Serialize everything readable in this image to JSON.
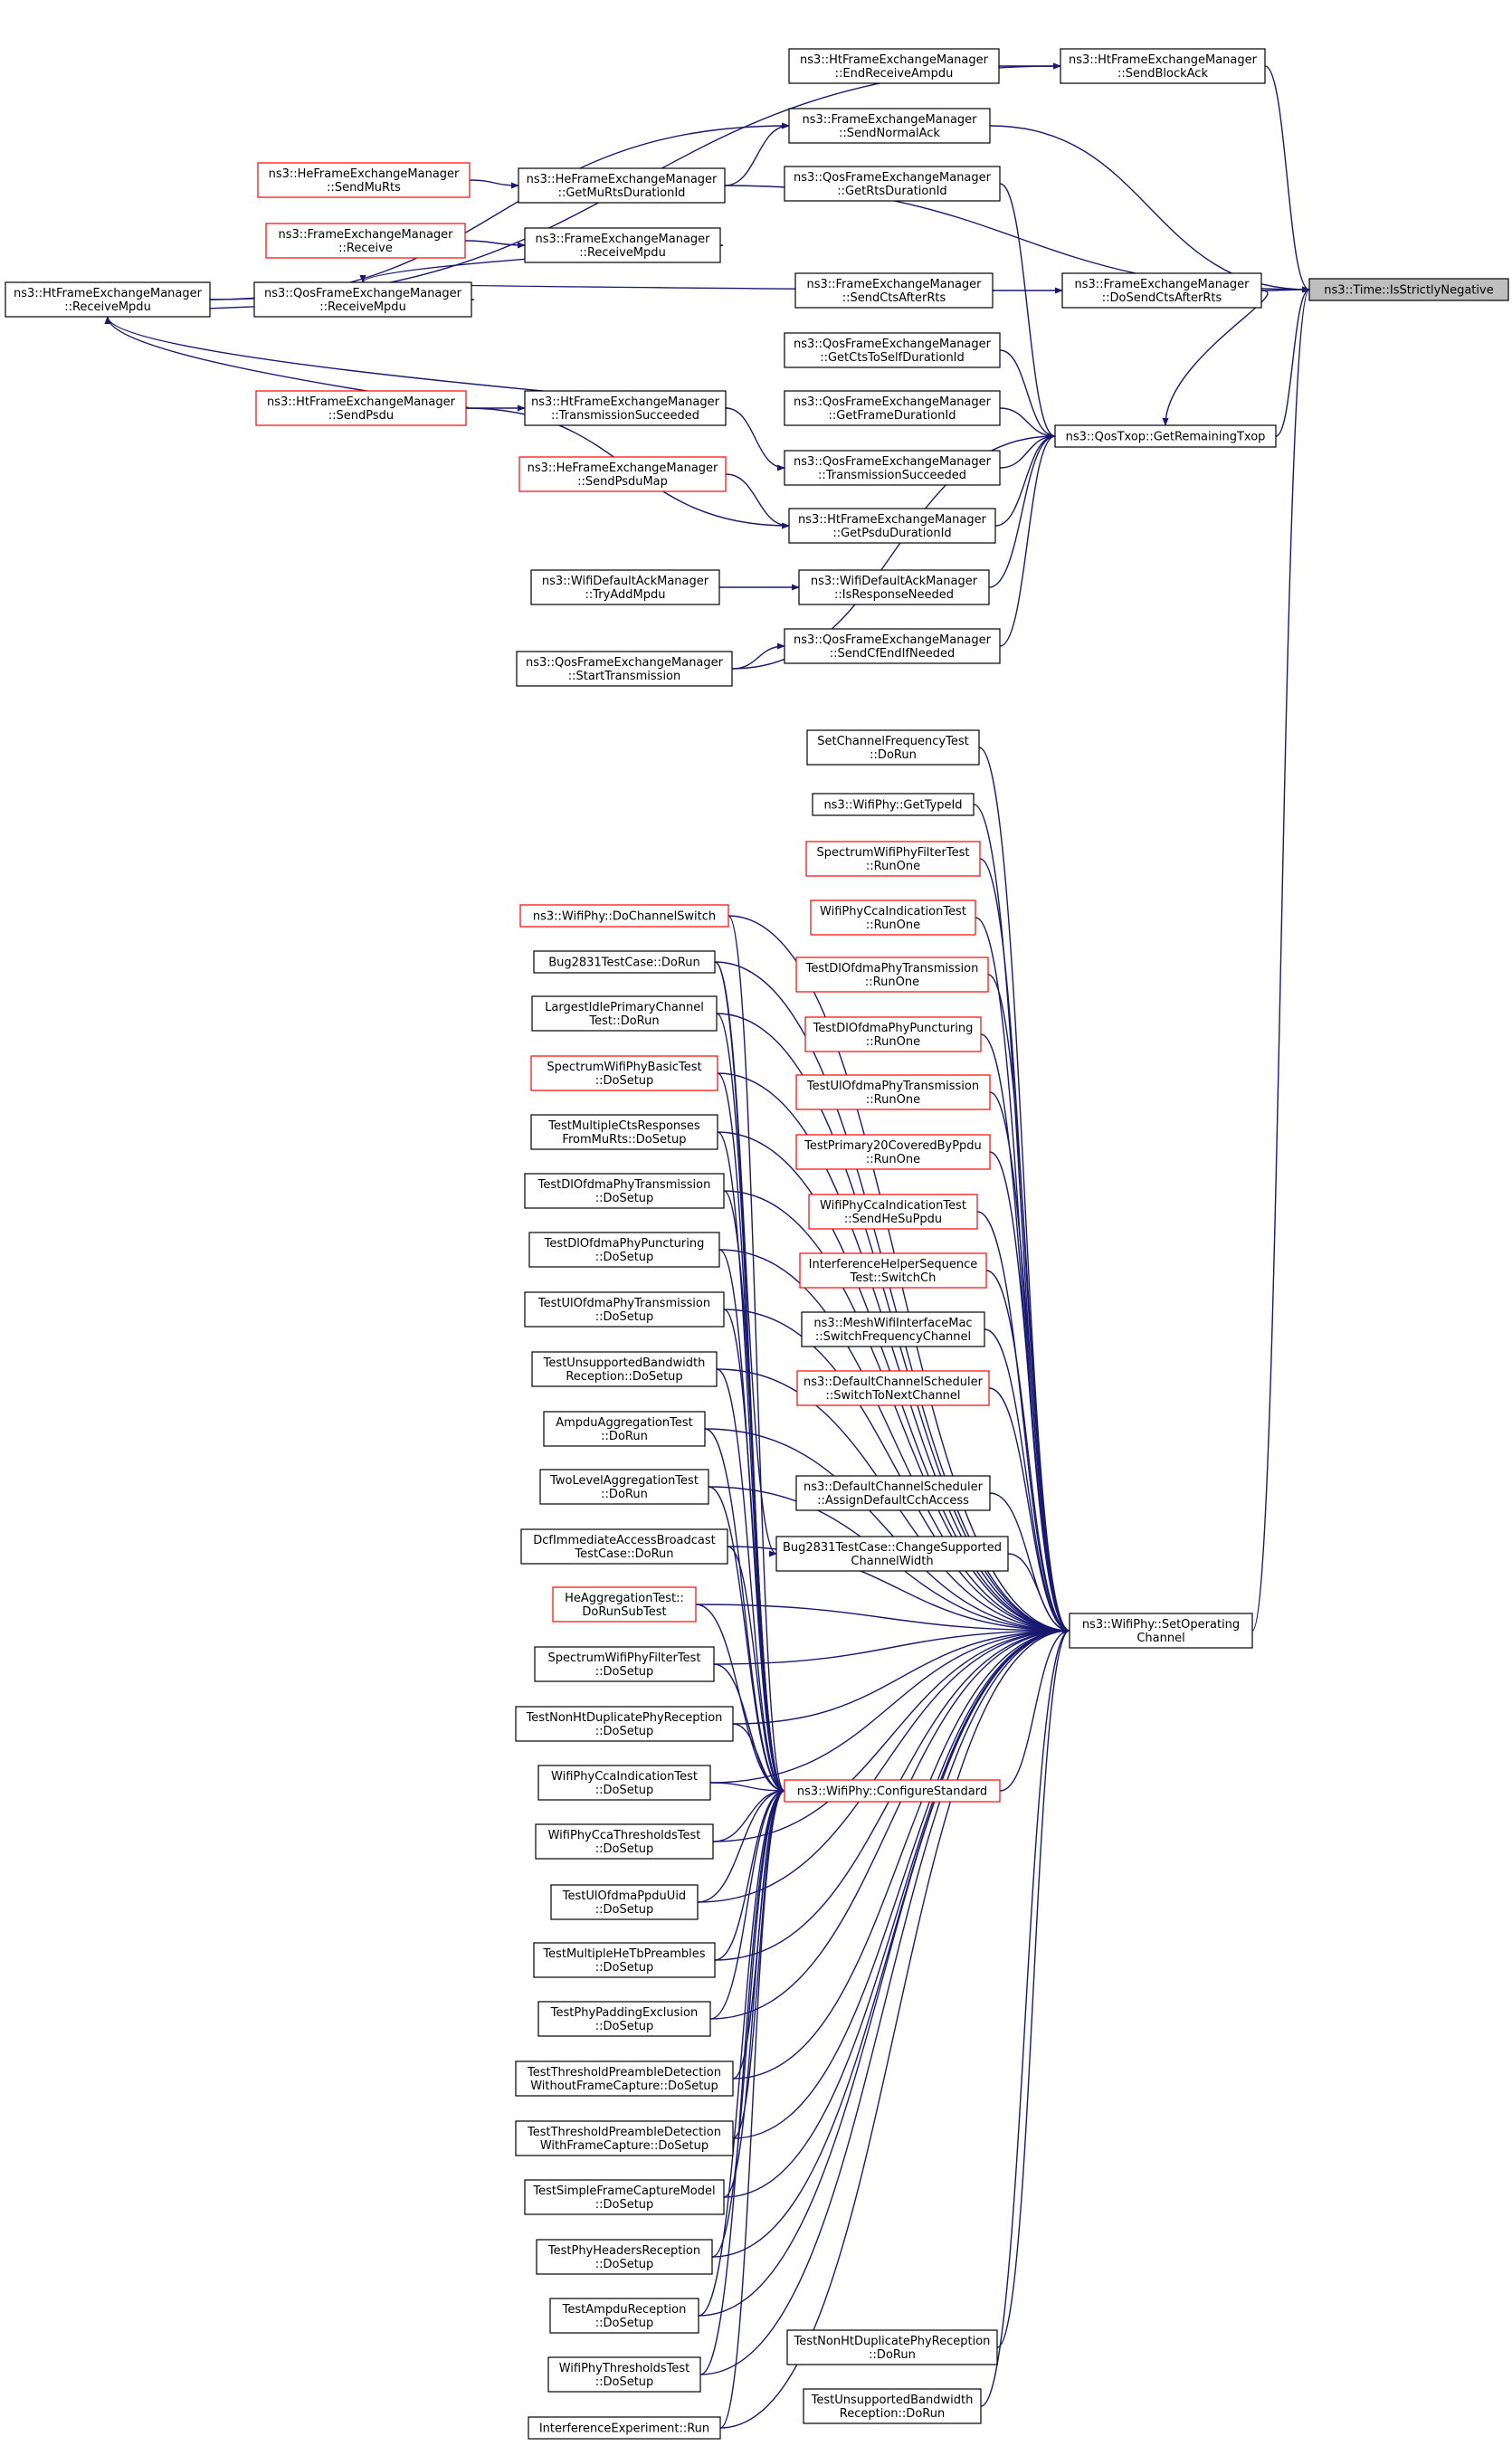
{
  "colors": {
    "edge": "#191970",
    "box_border": "#000000",
    "truncated_border": "#ff0000",
    "root_fill": "#bfbfbf",
    "background": "#ffffff"
  },
  "nodes": [
    {
      "id": "n0",
      "lines": [
        "ns3::Time::IsStrictlyNegative"
      ],
      "root": true
    },
    {
      "id": "n1",
      "lines": [
        "ns3::HtFrameExchangeManager",
        "::SendBlockAck"
      ]
    },
    {
      "id": "n2",
      "lines": [
        "ns3::HtFrameExchangeManager",
        "::EndReceiveAmpdu"
      ]
    },
    {
      "id": "n3",
      "lines": [
        "ns3::FrameExchangeManager",
        "::SendNormalAck"
      ]
    },
    {
      "id": "n4",
      "lines": [
        "ns3::HtFrameExchangeManager",
        "::ReceiveMpdu"
      ]
    },
    {
      "id": "n5",
      "lines": [
        "ns3::QosFrameExchangeManager",
        "::ReceiveMpdu"
      ]
    },
    {
      "id": "n6",
      "lines": [
        "ns3::FrameExchangeManager",
        "::ReceiveMpdu"
      ]
    },
    {
      "id": "n7",
      "lines": [
        "ns3::HeFrameExchangeManager",
        "::GetMuRtsDurationId"
      ]
    },
    {
      "id": "n8",
      "lines": [
        "ns3::HeFrameExchangeManager",
        "::SendMuRts"
      ],
      "truncated": true
    },
    {
      "id": "n9",
      "lines": [
        "ns3::FrameExchangeManager",
        "::Receive"
      ],
      "truncated": true
    },
    {
      "id": "n10",
      "lines": [
        "ns3::QosFrameExchangeManager",
        "::GetRtsDurationId"
      ]
    },
    {
      "id": "n11",
      "lines": [
        "ns3::FrameExchangeManager",
        "::SendCtsAfterRts"
      ]
    },
    {
      "id": "n12",
      "lines": [
        "ns3::FrameExchangeManager",
        "::DoSendCtsAfterRts"
      ]
    },
    {
      "id": "n13",
      "lines": [
        "ns3::QosTxop::GetRemainingTxop"
      ]
    },
    {
      "id": "n14",
      "lines": [
        "ns3::QosFrameExchangeManager",
        "::GetCtsToSelfDurationId"
      ]
    },
    {
      "id": "n15",
      "lines": [
        "ns3::QosFrameExchangeManager",
        "::GetFrameDurationId"
      ]
    },
    {
      "id": "n16",
      "lines": [
        "ns3::QosFrameExchangeManager",
        "::TransmissionSucceeded"
      ]
    },
    {
      "id": "n17",
      "lines": [
        "ns3::HtFrameExchangeManager",
        "::TransmissionSucceeded"
      ]
    },
    {
      "id": "n18",
      "lines": [
        "ns3::HtFrameExchangeManager",
        "::SendPsdu"
      ],
      "truncated": true
    },
    {
      "id": "n19",
      "lines": [
        "ns3::HtFrameExchangeManager",
        "::GetPsduDurationId"
      ]
    },
    {
      "id": "n20",
      "lines": [
        "ns3::HeFrameExchangeManager",
        "::SendPsduMap"
      ],
      "truncated": true
    },
    {
      "id": "n21",
      "lines": [
        "ns3::WifiDefaultAckManager",
        "::IsResponseNeeded"
      ]
    },
    {
      "id": "n22",
      "lines": [
        "ns3::WifiDefaultAckManager",
        "::TryAddMpdu"
      ]
    },
    {
      "id": "n23",
      "lines": [
        "ns3::QosFrameExchangeManager",
        "::SendCfEndIfNeeded"
      ]
    },
    {
      "id": "n24",
      "lines": [
        "ns3::QosFrameExchangeManager",
        "::StartTransmission"
      ]
    },
    {
      "id": "n25",
      "lines": [
        "ns3::WifiPhy::SetOperating",
        "Channel"
      ]
    },
    {
      "id": "n26",
      "lines": [
        "SetChannelFrequencyTest",
        "::DoRun"
      ]
    },
    {
      "id": "n27",
      "lines": [
        "ns3::WifiPhy::GetTypeId"
      ]
    },
    {
      "id": "n28",
      "lines": [
        "SpectrumWifiPhyFilterTest",
        "::RunOne"
      ],
      "truncated": true
    },
    {
      "id": "n29",
      "lines": [
        "WifiPhyCcaIndicationTest",
        "::RunOne"
      ],
      "truncated": true
    },
    {
      "id": "n30",
      "lines": [
        "TestDlOfdmaPhyTransmission",
        "::RunOne"
      ],
      "truncated": true
    },
    {
      "id": "n31",
      "lines": [
        "TestDlOfdmaPhyPuncturing",
        "::RunOne"
      ],
      "truncated": true
    },
    {
      "id": "n32",
      "lines": [
        "TestUlOfdmaPhyTransmission",
        "::RunOne"
      ],
      "truncated": true
    },
    {
      "id": "n33",
      "lines": [
        "TestPrimary20CoveredByPpdu",
        "::RunOne"
      ],
      "truncated": true
    },
    {
      "id": "n34",
      "lines": [
        "WifiPhyCcaIndicationTest",
        "::SendHeSuPpdu"
      ],
      "truncated": true
    },
    {
      "id": "n35",
      "lines": [
        "InterferenceHelperSequence",
        "Test::SwitchCh"
      ],
      "truncated": true
    },
    {
      "id": "n36",
      "lines": [
        "ns3::MeshWifiInterfaceMac",
        "::SwitchFrequencyChannel"
      ]
    },
    {
      "id": "n37",
      "lines": [
        "ns3::DefaultChannelScheduler",
        "::SwitchToNextChannel"
      ],
      "truncated": true
    },
    {
      "id": "n38",
      "lines": [
        "ns3::DefaultChannelScheduler",
        "::AssignDefaultCchAccess"
      ]
    },
    {
      "id": "n39",
      "lines": [
        "Bug2831TestCase::ChangeSupported",
        "ChannelWidth"
      ]
    },
    {
      "id": "n40",
      "lines": [
        "ns3::WifiPhy::ConfigureStandard"
      ],
      "truncated": true
    },
    {
      "id": "n41",
      "lines": [
        "ns3::WifiPhy::DoChannelSwitch"
      ],
      "truncated": true
    },
    {
      "id": "n42",
      "lines": [
        "Bug2831TestCase::DoRun"
      ]
    },
    {
      "id": "n43",
      "lines": [
        "LargestIdlePrimaryChannel",
        "Test::DoRun"
      ]
    },
    {
      "id": "n44",
      "lines": [
        "SpectrumWifiPhyBasicTest",
        "::DoSetup"
      ],
      "truncated": true
    },
    {
      "id": "n45",
      "lines": [
        "TestMultipleCtsResponses",
        "FromMuRts::DoSetup"
      ]
    },
    {
      "id": "n46",
      "lines": [
        "TestDlOfdmaPhyTransmission",
        "::DoSetup"
      ]
    },
    {
      "id": "n47",
      "lines": [
        "TestDlOfdmaPhyPuncturing",
        "::DoSetup"
      ]
    },
    {
      "id": "n48",
      "lines": [
        "TestUlOfdmaPhyTransmission",
        "::DoSetup"
      ]
    },
    {
      "id": "n49",
      "lines": [
        "TestUnsupportedBandwidth",
        "Reception::DoSetup"
      ]
    },
    {
      "id": "n50",
      "lines": [
        "AmpduAggregationTest",
        "::DoRun"
      ]
    },
    {
      "id": "n51",
      "lines": [
        "TwoLevelAggregationTest",
        "::DoRun"
      ]
    },
    {
      "id": "n52",
      "lines": [
        "DcfImmediateAccessBroadcast",
        "TestCase::DoRun"
      ]
    },
    {
      "id": "n53",
      "lines": [
        "HeAggregationTest::",
        "DoRunSubTest"
      ],
      "truncated": true
    },
    {
      "id": "n54",
      "lines": [
        "SpectrumWifiPhyFilterTest",
        "::DoSetup"
      ]
    },
    {
      "id": "n55",
      "lines": [
        "TestNonHtDuplicatePhyReception",
        "::DoSetup"
      ]
    },
    {
      "id": "n56",
      "lines": [
        "WifiPhyCcaIndicationTest",
        "::DoSetup"
      ]
    },
    {
      "id": "n57",
      "lines": [
        "WifiPhyCcaThresholdsTest",
        "::DoSetup"
      ]
    },
    {
      "id": "n58",
      "lines": [
        "TestUlOfdmaPpduUid",
        "::DoSetup"
      ]
    },
    {
      "id": "n59",
      "lines": [
        "TestMultipleHeTbPreambles",
        "::DoSetup"
      ]
    },
    {
      "id": "n60",
      "lines": [
        "TestPhyPaddingExclusion",
        "::DoSetup"
      ]
    },
    {
      "id": "n61",
      "lines": [
        "TestThresholdPreambleDetection",
        "WithoutFrameCapture::DoSetup"
      ]
    },
    {
      "id": "n62",
      "lines": [
        "TestThresholdPreambleDetection",
        "WithFrameCapture::DoSetup"
      ]
    },
    {
      "id": "n63",
      "lines": [
        "TestSimpleFrameCaptureModel",
        "::DoSetup"
      ]
    },
    {
      "id": "n64",
      "lines": [
        "TestPhyHeadersReception",
        "::DoSetup"
      ]
    },
    {
      "id": "n65",
      "lines": [
        "TestAmpduReception",
        "::DoSetup"
      ]
    },
    {
      "id": "n66",
      "lines": [
        "WifiPhyThresholdsTest",
        "::DoSetup"
      ]
    },
    {
      "id": "n67",
      "lines": [
        "InterferenceExperiment::Run"
      ]
    },
    {
      "id": "n68",
      "lines": [
        "TestNonHtDuplicatePhyReception",
        "::DoRun"
      ]
    },
    {
      "id": "n69",
      "lines": [
        "TestUnsupportedBandwidth",
        "Reception::DoRun"
      ]
    }
  ],
  "edges": [
    [
      "n1",
      "n0"
    ],
    [
      "n3",
      "n0"
    ],
    [
      "n7",
      "n0"
    ],
    [
      "n12",
      "n0"
    ],
    [
      "n13",
      "n0"
    ],
    [
      "n25",
      "n0"
    ],
    [
      "n2",
      "n1"
    ],
    [
      "n4",
      "n1"
    ],
    [
      "n4",
      "n3"
    ],
    [
      "n7",
      "n3"
    ],
    [
      "n5",
      "n4"
    ],
    [
      "n18",
      "n4"
    ],
    [
      "n6",
      "n5"
    ],
    [
      "n11",
      "n5"
    ],
    [
      "n9",
      "n6"
    ],
    [
      "n8",
      "n7"
    ],
    [
      "n10",
      "n13"
    ],
    [
      "n11",
      "n12"
    ],
    [
      "n12",
      "n13"
    ],
    [
      "n14",
      "n13"
    ],
    [
      "n15",
      "n13"
    ],
    [
      "n16",
      "n13"
    ],
    [
      "n19",
      "n13"
    ],
    [
      "n21",
      "n13"
    ],
    [
      "n23",
      "n13"
    ],
    [
      "n24",
      "n13"
    ],
    [
      "n17",
      "n16"
    ],
    [
      "n17",
      "n4"
    ],
    [
      "n18",
      "n17"
    ],
    [
      "n18",
      "n19"
    ],
    [
      "n20",
      "n19"
    ],
    [
      "n22",
      "n21"
    ],
    [
      "n24",
      "n23"
    ],
    [
      "n26",
      "n25"
    ],
    [
      "n27",
      "n25"
    ],
    [
      "n28",
      "n25"
    ],
    [
      "n29",
      "n25"
    ],
    [
      "n30",
      "n25"
    ],
    [
      "n31",
      "n25"
    ],
    [
      "n32",
      "n25"
    ],
    [
      "n33",
      "n25"
    ],
    [
      "n34",
      "n25"
    ],
    [
      "n35",
      "n25"
    ],
    [
      "n36",
      "n25"
    ],
    [
      "n37",
      "n25"
    ],
    [
      "n38",
      "n25"
    ],
    [
      "n39",
      "n25"
    ],
    [
      "n40",
      "n25"
    ],
    [
      "n41",
      "n25"
    ],
    [
      "n42",
      "n25"
    ],
    [
      "n43",
      "n25"
    ],
    [
      "n44",
      "n25"
    ],
    [
      "n45",
      "n25"
    ],
    [
      "n46",
      "n25"
    ],
    [
      "n47",
      "n25"
    ],
    [
      "n48",
      "n25"
    ],
    [
      "n49",
      "n25"
    ],
    [
      "n50",
      "n25"
    ],
    [
      "n51",
      "n25"
    ],
    [
      "n52",
      "n25"
    ],
    [
      "n53",
      "n25"
    ],
    [
      "n54",
      "n25"
    ],
    [
      "n55",
      "n25"
    ],
    [
      "n56",
      "n25"
    ],
    [
      "n57",
      "n25"
    ],
    [
      "n58",
      "n25"
    ],
    [
      "n59",
      "n25"
    ],
    [
      "n60",
      "n25"
    ],
    [
      "n61",
      "n25"
    ],
    [
      "n62",
      "n25"
    ],
    [
      "n63",
      "n25"
    ],
    [
      "n64",
      "n25"
    ],
    [
      "n65",
      "n25"
    ],
    [
      "n66",
      "n25"
    ],
    [
      "n67",
      "n25"
    ],
    [
      "n68",
      "n25"
    ],
    [
      "n69",
      "n25"
    ],
    [
      "n42",
      "n39"
    ],
    [
      "n41",
      "n40"
    ],
    [
      "n42",
      "n40"
    ],
    [
      "n43",
      "n40"
    ],
    [
      "n44",
      "n40"
    ],
    [
      "n45",
      "n40"
    ],
    [
      "n46",
      "n40"
    ],
    [
      "n47",
      "n40"
    ],
    [
      "n48",
      "n40"
    ],
    [
      "n49",
      "n40"
    ],
    [
      "n50",
      "n40"
    ],
    [
      "n51",
      "n40"
    ],
    [
      "n52",
      "n40"
    ],
    [
      "n53",
      "n40"
    ],
    [
      "n54",
      "n40"
    ],
    [
      "n55",
      "n40"
    ],
    [
      "n56",
      "n40"
    ],
    [
      "n57",
      "n40"
    ],
    [
      "n58",
      "n40"
    ],
    [
      "n59",
      "n40"
    ],
    [
      "n60",
      "n40"
    ],
    [
      "n61",
      "n40"
    ],
    [
      "n62",
      "n40"
    ],
    [
      "n63",
      "n40"
    ],
    [
      "n64",
      "n40"
    ],
    [
      "n65",
      "n40"
    ],
    [
      "n66",
      "n40"
    ],
    [
      "n67",
      "n40"
    ]
  ]
}
